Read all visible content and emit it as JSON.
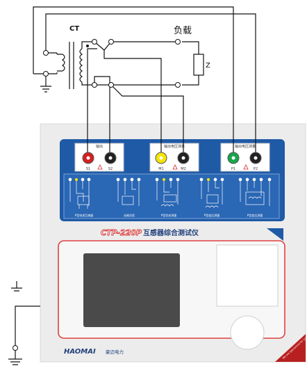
{
  "wiring": {
    "ct_label": "CT",
    "load_label": "负载",
    "z_label": "Z"
  },
  "panel": {
    "groups": [
      {
        "header": "输出",
        "terminals": [
          {
            "label": "S1",
            "color": "#d42020"
          },
          {
            "label": "S2",
            "color": "#222222"
          }
        ]
      },
      {
        "header": "输出电压测量",
        "terminals": [
          {
            "label": "M1",
            "color": "#f5e500"
          },
          {
            "label": "M2",
            "color": "#222222"
          }
        ]
      },
      {
        "header": "输出电压测量",
        "terminals": [
          {
            "label": "P1",
            "color": "#17a64a"
          },
          {
            "label": "P2",
            "color": "#222222"
          }
        ]
      }
    ],
    "diagram_captions": [
      "P型电流互感器",
      "去磁试验",
      "P型伏安测量",
      "P型变比测量",
      "P型变比测量"
    ],
    "product_model": "CTP-220P",
    "product_name": "互感器综合测试仪",
    "brand": "HAOMAI",
    "brand_cn": "豪迈电力",
    "sticker_text": "We are specialized for your test"
  },
  "colors": {
    "panel_blue": "#1f5aa6",
    "accent_red": "#e04040",
    "case_gray": "#ececec"
  }
}
